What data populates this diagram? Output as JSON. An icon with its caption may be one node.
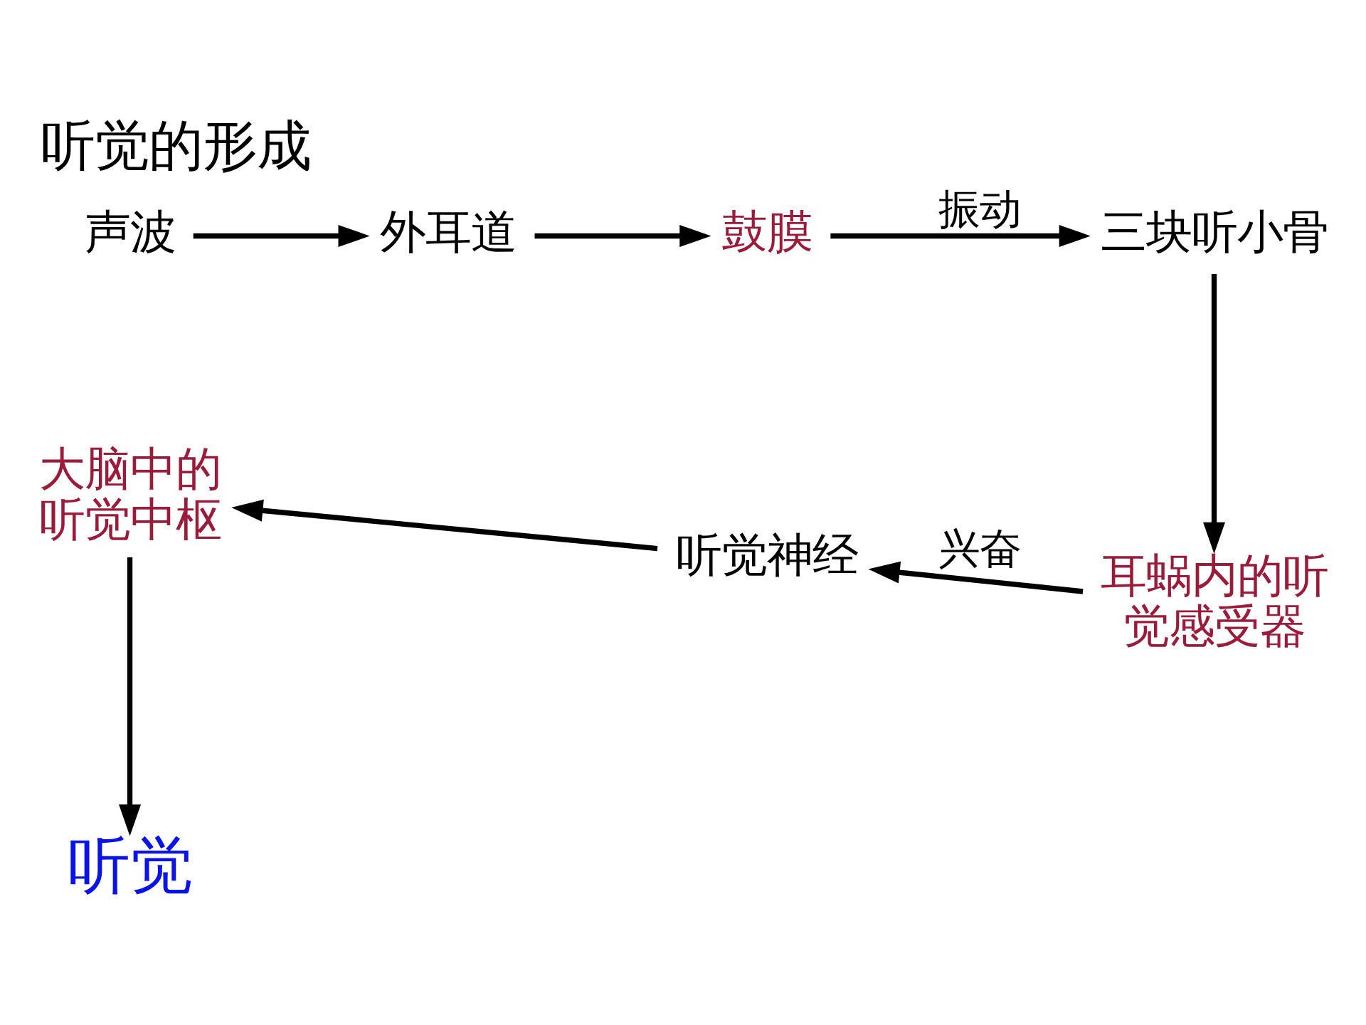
{
  "diagram": {
    "title": "听觉的形成",
    "nodes": [
      {
        "text": [
          "声波"
        ]
      },
      {
        "text": [
          "外耳道"
        ]
      },
      {
        "text": [
          "鼓膜"
        ]
      },
      {
        "text": [
          "三块听小骨"
        ]
      },
      {
        "text": [
          "耳蜗内的听觉感受器"
        ]
      },
      {
        "text": [
          "听觉神经"
        ]
      },
      {
        "text": [
          "大脑中的听觉中枢"
        ]
      },
      {
        "text": [
          "听觉"
        ]
      }
    ],
    "edges": [
      {
        "from": 0,
        "to": 1,
        "arrow": "to"
      },
      {
        "from": 1,
        "to": 2,
        "arrow": "to"
      },
      {
        "from": 2,
        "to": 3,
        "arrow": "to",
        "label": "振动"
      },
      {
        "from": 3,
        "to": 4,
        "arrow": "to"
      },
      {
        "from": 4,
        "to": 5,
        "arrow": "to",
        "label": "兴奋"
      },
      {
        "from": 5,
        "to": 6,
        "arrow": "to"
      },
      {
        "from": 6,
        "to": 7,
        "arrow": "to"
      }
    ]
  }
}
